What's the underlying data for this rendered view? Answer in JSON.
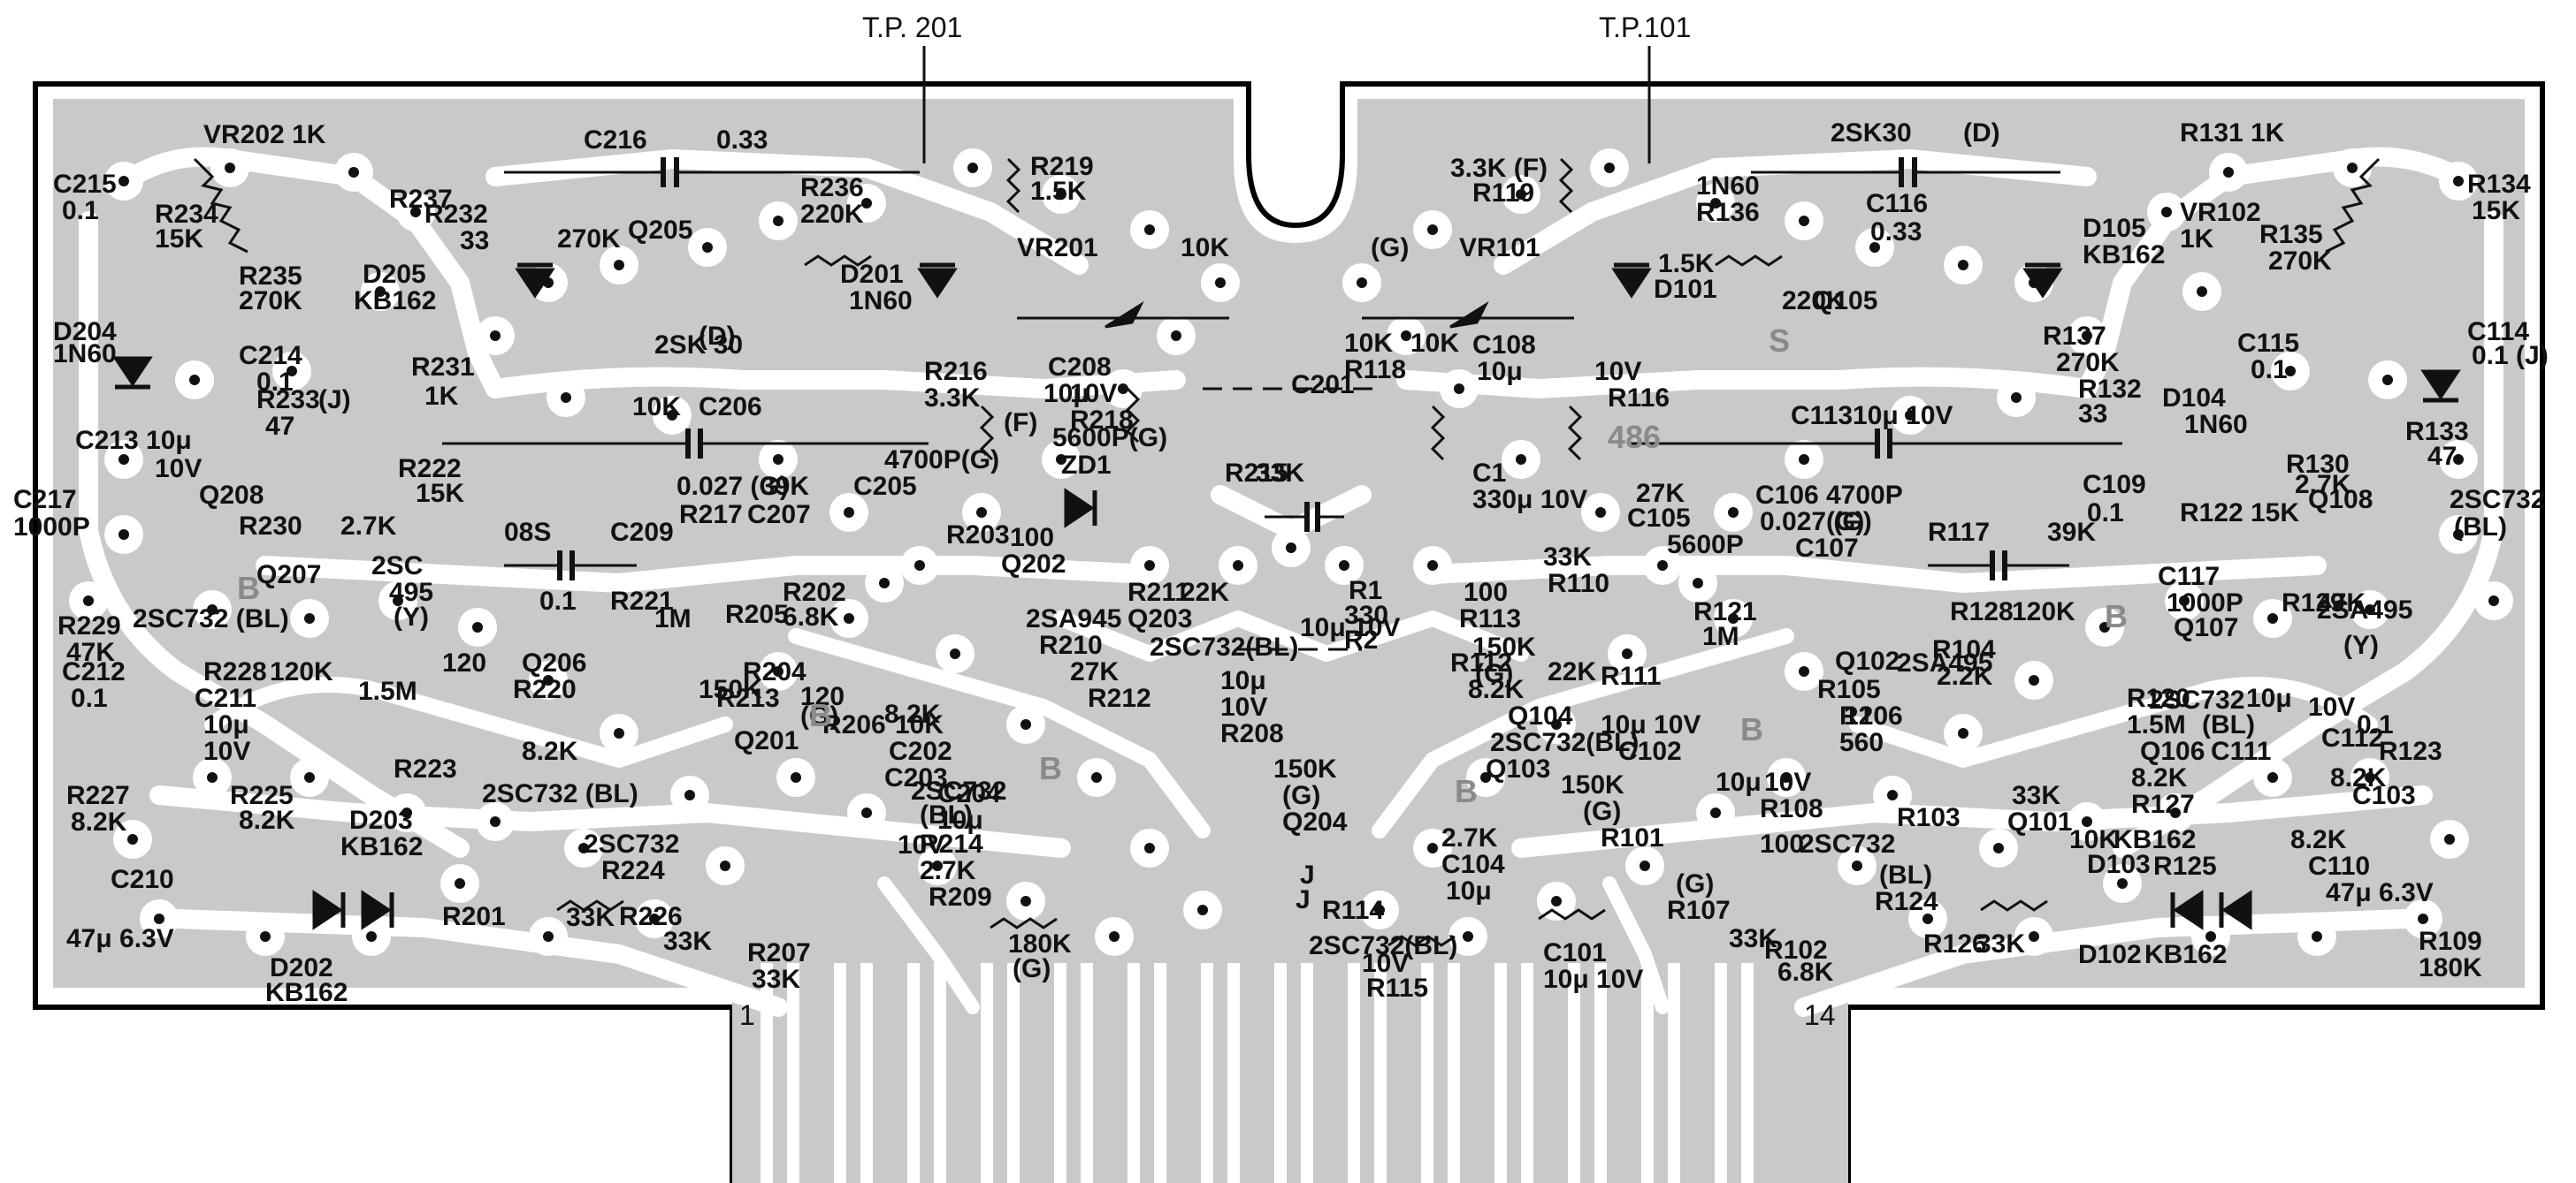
{
  "colors": {
    "board_fill": "#c9c9c9",
    "trace": "#ffffff",
    "ink": "#111111",
    "ghost_text": "#8a8a8a"
  },
  "test_points": [
    "T.P. 201",
    "T.P.101"
  ],
  "ghost_marks": [
    "486",
    "B",
    "B",
    "B",
    "B",
    "B",
    "B",
    "S"
  ],
  "connector_pins": [
    "1",
    "14"
  ],
  "labels": [
    "VR202 1K",
    "C215",
    "0.1",
    "R234",
    "15K",
    "R235",
    "270K",
    "D204",
    "1N60",
    "C214",
    "0.1",
    "(J)",
    "R233",
    "47",
    "C213 10μ",
    "10V",
    "C217",
    "1000P",
    "R229",
    "47K",
    "Q208",
    "R230",
    "2.7K",
    "R222",
    "15K",
    "Q207",
    "2SC",
    "495",
    "(Y)",
    "2SC732 (BL)",
    "C212",
    "0.1",
    "R228",
    "120K",
    "R227",
    "8.2K",
    "C211",
    "10μ",
    "10V",
    "R225",
    "8.2K",
    "D203",
    "KB162",
    "C210",
    "47μ 6.3V",
    "D202",
    "KB162",
    "R232",
    "33",
    "R237",
    "270K",
    "D205",
    "KB162",
    "R231",
    "1K",
    "C216",
    "0.33",
    "Q205",
    "2SK 30",
    "(D)",
    "R236",
    "220K",
    "D201",
    "1N60",
    "R219",
    "1.5K",
    "VR201",
    "10K",
    "R216",
    "3.3K",
    "(F)",
    "C208",
    "10μ",
    "10V",
    "R218",
    "10K",
    "C206",
    "0.027 (G)",
    "R217",
    "39K",
    "C207",
    "4700P(G)",
    "C205",
    "5600P(G)",
    "ZD1",
    "08S",
    "C209",
    "0.1",
    "R221",
    "1M",
    "R205",
    "120",
    "Q206",
    "R220",
    "1.5M",
    "R223",
    "8.2K",
    "2SC732 (BL)",
    "2SC732",
    "R224",
    "R201",
    "33K",
    "R226",
    "33K",
    "R202",
    "6.8K",
    "R203",
    "100",
    "Q202",
    "2SA945",
    "R210",
    "27K",
    "R212",
    "8.2K",
    "R211",
    "22K",
    "Q203",
    "2SC732(BL)",
    "R213",
    "150K",
    "(G)",
    "R204",
    "120",
    "Q201",
    "R206",
    "10K",
    "C202",
    "C203",
    "10μ",
    "10V",
    "R208",
    "150K",
    "(G)",
    "Q204",
    "2SC732",
    "(BL)",
    "C204",
    "10μ",
    "10V",
    "R214",
    "2.7K",
    "R209",
    "180K",
    "(G)",
    "R207",
    "33K",
    "R215",
    "33K",
    "C201",
    "10μ 10V",
    "C1",
    "330μ 10V",
    "J",
    "J",
    "R1",
    "330",
    "R2",
    "100",
    "R113",
    "150K",
    "(G)",
    "R112",
    "8.2K",
    "R111",
    "22K",
    "Q104",
    "2SC732(BL)",
    "Q103",
    "2SC732(BL)",
    "R114",
    "2.7K",
    "C104",
    "10μ",
    "10V",
    "R115",
    "33K",
    "R110",
    "27K",
    "C105",
    "5600P",
    "(G)",
    "VR101",
    "10K",
    "R118",
    "10K",
    "C108",
    "10μ",
    "10V",
    "R116",
    "3.3K (F)",
    "R119",
    "1.5K",
    "D101",
    "1N60",
    "R136",
    "220K",
    "Q105",
    "2SK30",
    "(D)",
    "C116",
    "0.33",
    "R137",
    "270K",
    "D105",
    "KB162",
    "R132",
    "33",
    "R131",
    "1K",
    "VR102",
    "1K",
    "R135",
    "270K",
    "R134",
    "15K",
    "C115",
    "0.1",
    "C114",
    "0.1 (J)",
    "D104",
    "1N60",
    "R133",
    "47",
    "C113",
    "10μ 10V",
    "C106",
    "0.027 (G)",
    "C107",
    "4700P",
    "(G)",
    "R117",
    "39K",
    "C109",
    "0.1",
    "R122",
    "15K",
    "R130",
    "2.7K",
    "Q108",
    "2SC732",
    "(BL)",
    "C117",
    "1000P",
    "Q107",
    "2SA495",
    "(Y)",
    "R129",
    "47K",
    "R128",
    "120K",
    "R121",
    "1M",
    "Q102",
    "2SA495",
    "R104",
    "2.2K",
    "R105",
    "120",
    "R106",
    "560",
    "R120",
    "1.5M",
    "Q106",
    "2SC732",
    "(BL)",
    "C111",
    "10μ",
    "10V",
    "C112",
    "0.1",
    "R123",
    "8.2K",
    "R127",
    "8.2K",
    "C103",
    "10μ 10V",
    "C102",
    "10μ",
    "10V",
    "R108",
    "150K",
    "(G)",
    "R101",
    "33K",
    "Q101",
    "R103",
    "100",
    "2SC732",
    "(BL)",
    "R124",
    "10K",
    "D103",
    "KB162",
    "R125",
    "8.2K",
    "C110",
    "47μ 6.3V",
    "R109",
    "180K",
    "(G)",
    "R107",
    "33K",
    "C101",
    "10μ 10V",
    "R102",
    "6.8K",
    "R126",
    "33K",
    "D102",
    "KB162"
  ]
}
